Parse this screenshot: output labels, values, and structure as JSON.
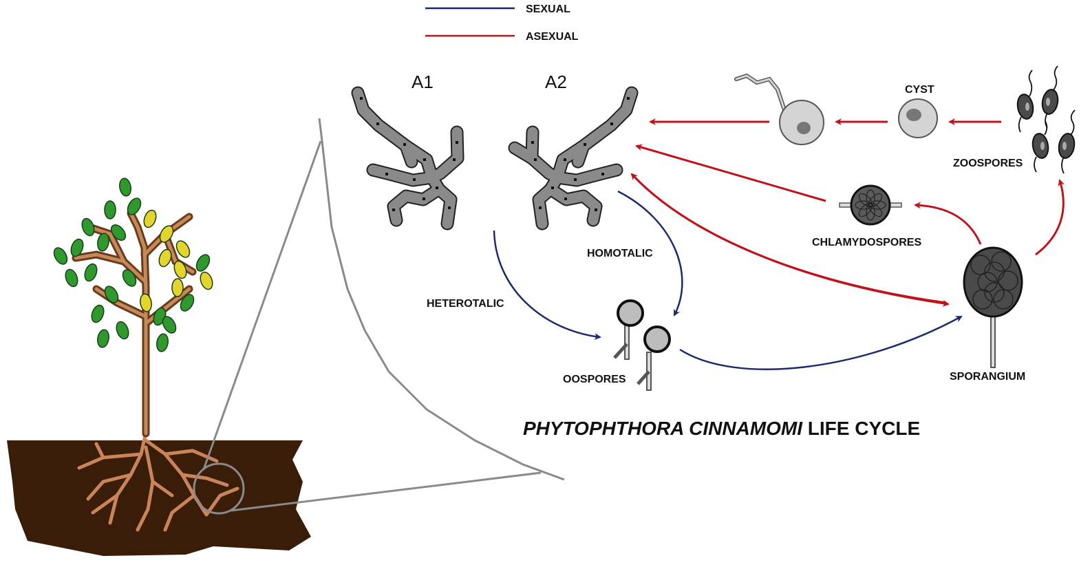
{
  "legend": {
    "sexual_label": "SEXUAL",
    "asexual_label": "ASEXUAL",
    "sexual_color": "#1b2a6b",
    "asexual_color": "#c0121b"
  },
  "mating_types": {
    "a1": "A1",
    "a2": "A2"
  },
  "labels": {
    "homotalic": "HOMOTALIC",
    "heterotalic": "HETEROTALIC",
    "oospores": "OOSPORES",
    "sporangium": "SPORANGIUM",
    "chlamydospores": "CHLAMYDOSPORES",
    "cyst": "CYST",
    "zoospores": "ZOOSPORES"
  },
  "title": {
    "italic_part": "PHYTOPHTHORA CINNAMOMI",
    "plain_part": " LIFE CYCLE"
  },
  "colors": {
    "soil": "#3a1d08",
    "root": "#c9845a",
    "leaf_green": "#2e9a2e",
    "leaf_yellow": "#e3d52a",
    "hypha_fill": "#8a8a8a",
    "zoom_line": "#8a8a8a"
  }
}
